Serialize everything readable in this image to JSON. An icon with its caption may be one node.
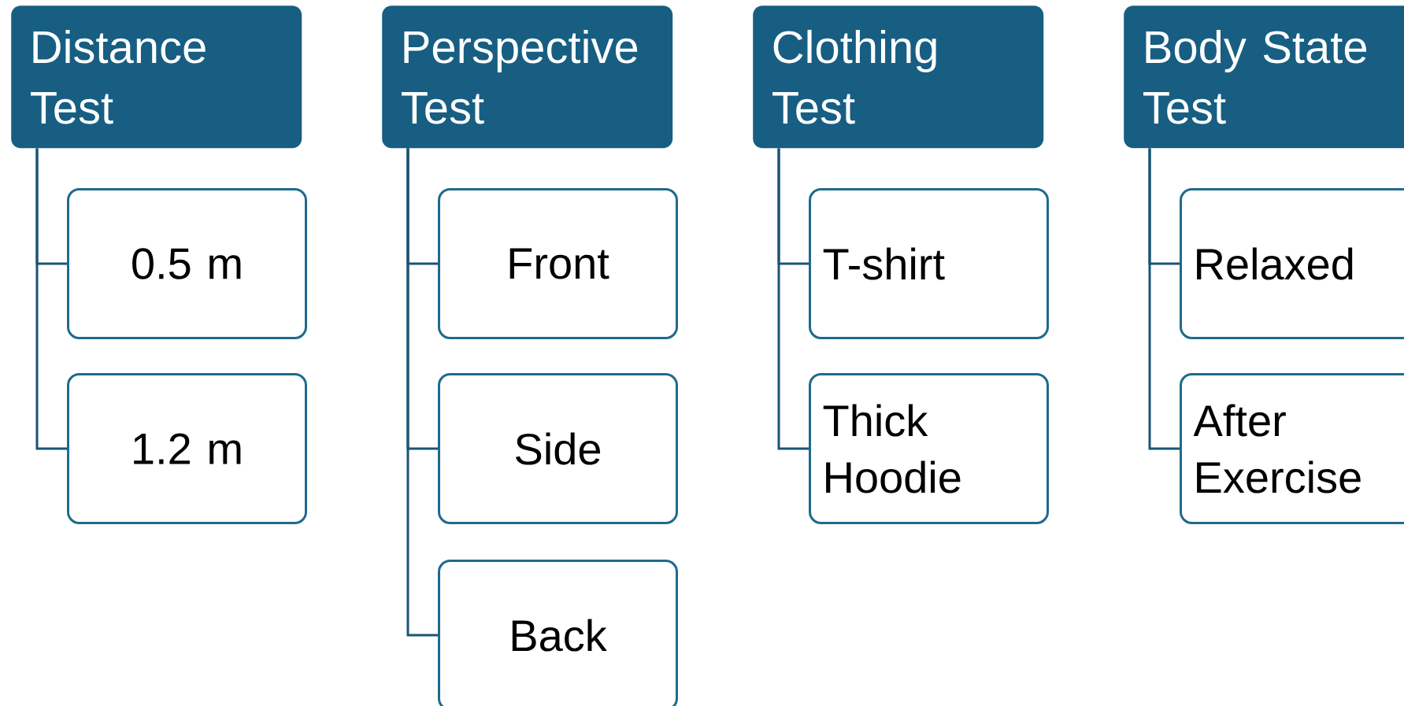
{
  "diagram": {
    "nodes": [
      {
        "text": [
          "Distance Test"
        ]
      },
      {
        "text": [
          "0.5 m"
        ]
      },
      {
        "text": [
          "1.2 m"
        ]
      },
      {
        "text": [
          "Perspective Test"
        ]
      },
      {
        "text": [
          "Front"
        ]
      },
      {
        "text": [
          "Side"
        ]
      },
      {
        "text": [
          "Back"
        ]
      },
      {
        "text": [
          "Clothing Test"
        ]
      },
      {
        "text": [
          "T-shirt"
        ]
      },
      {
        "text": [
          "Thick Hoodie"
        ]
      },
      {
        "text": [
          "Body State Test"
        ]
      },
      {
        "text": [
          "Relaxed"
        ]
      },
      {
        "text": [
          "After Exercise"
        ]
      }
    ],
    "edges": [
      {
        "from": 0,
        "to": 1,
        "arrow": "none"
      },
      {
        "from": 0,
        "to": 2,
        "arrow": "none"
      },
      {
        "from": 3,
        "to": 4,
        "arrow": "none"
      },
      {
        "from": 3,
        "to": 5,
        "arrow": "none"
      },
      {
        "from": 3,
        "to": 6,
        "arrow": "none"
      },
      {
        "from": 7,
        "to": 8,
        "arrow": "none"
      },
      {
        "from": 7,
        "to": 9,
        "arrow": "none"
      },
      {
        "from": 10,
        "to": 11,
        "arrow": "none"
      },
      {
        "from": 10,
        "to": 12,
        "arrow": "none"
      }
    ]
  }
}
